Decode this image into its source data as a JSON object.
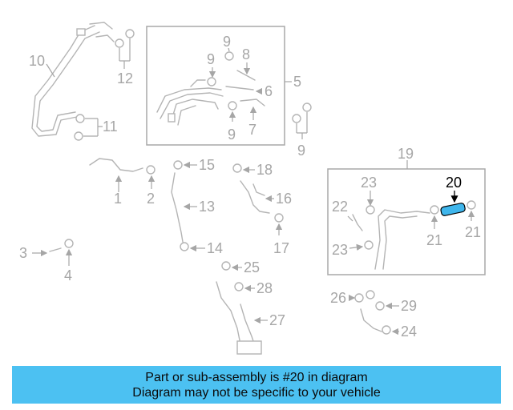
{
  "diagram": {
    "highlight_color": "#3fb6ec",
    "callouts": {
      "c1": "1",
      "c2": "2",
      "c3": "3",
      "c4": "4",
      "c5": "5",
      "c6": "6",
      "c7": "7",
      "c8": "8",
      "c9a": "9",
      "c9b": "9",
      "c9c": "9",
      "c9d": "9",
      "c10": "10",
      "c11": "11",
      "c12": "12",
      "c13": "13",
      "c14": "14",
      "c15": "15",
      "c16": "16",
      "c17": "17",
      "c18": "18",
      "c19": "19",
      "c20": "20",
      "c21a": "21",
      "c21b": "21",
      "c22": "22",
      "c23a": "23",
      "c23b": "23",
      "c24": "24",
      "c25": "25",
      "c26": "26",
      "c27": "27",
      "c28": "28",
      "c29": "29"
    }
  },
  "banner": {
    "line1": "Part or sub-assembly is #20 in diagram",
    "line2": "Diagram may not be specific to your vehicle",
    "background": "#4cc1f2"
  }
}
